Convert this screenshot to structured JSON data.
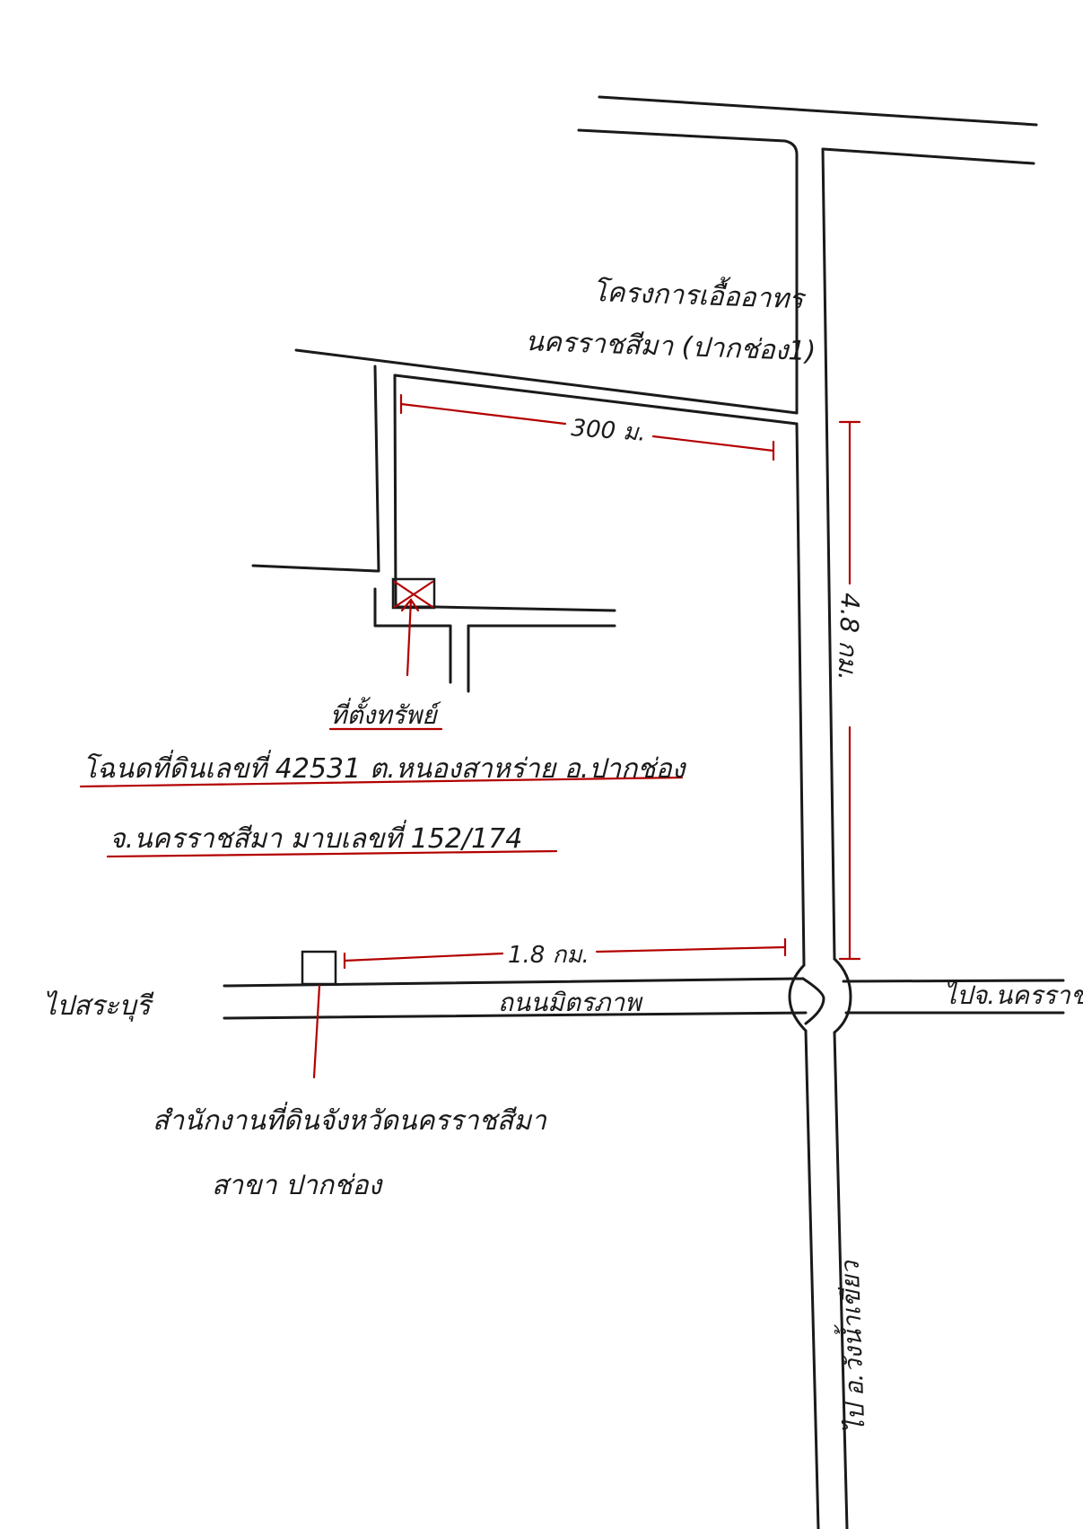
{
  "colors": {
    "ink": "#1a1a1a",
    "accent": "#b30000",
    "paper": "#ffffff"
  },
  "icons": {
    "property_marker": "crossed-box-icon"
  },
  "labels": {
    "landmark_top": "โครงการเอื้ออาทร",
    "landmark_top_2": "นครราชสีมา (ปากช่อง1)",
    "distance_300": "300 ม.",
    "distance_4_8": "4.8 กม.",
    "property_label": "ที่ตั้งทรัพย์",
    "deed_line_1": "โฉนดที่ดินเลขที่ 42531 ต.หนองสาหร่าย อ.ปากช่อง",
    "deed_line_2": "จ.นครราชสีมา มาบเลขที่ 152/174",
    "distance_1_8": "1.8 กม.",
    "road_name": "ถนนมิตรภาพ",
    "to_left": "ไปสระบุรี",
    "to_right": "ไปจ.นครราชสีมา",
    "land_office_1": "สำนักงานที่ดินจังหวัดนครราชสีมา",
    "land_office_2": "สาขา ปากช่อง",
    "to_bottom": "ไป อ.วังน้ำเขียว"
  }
}
